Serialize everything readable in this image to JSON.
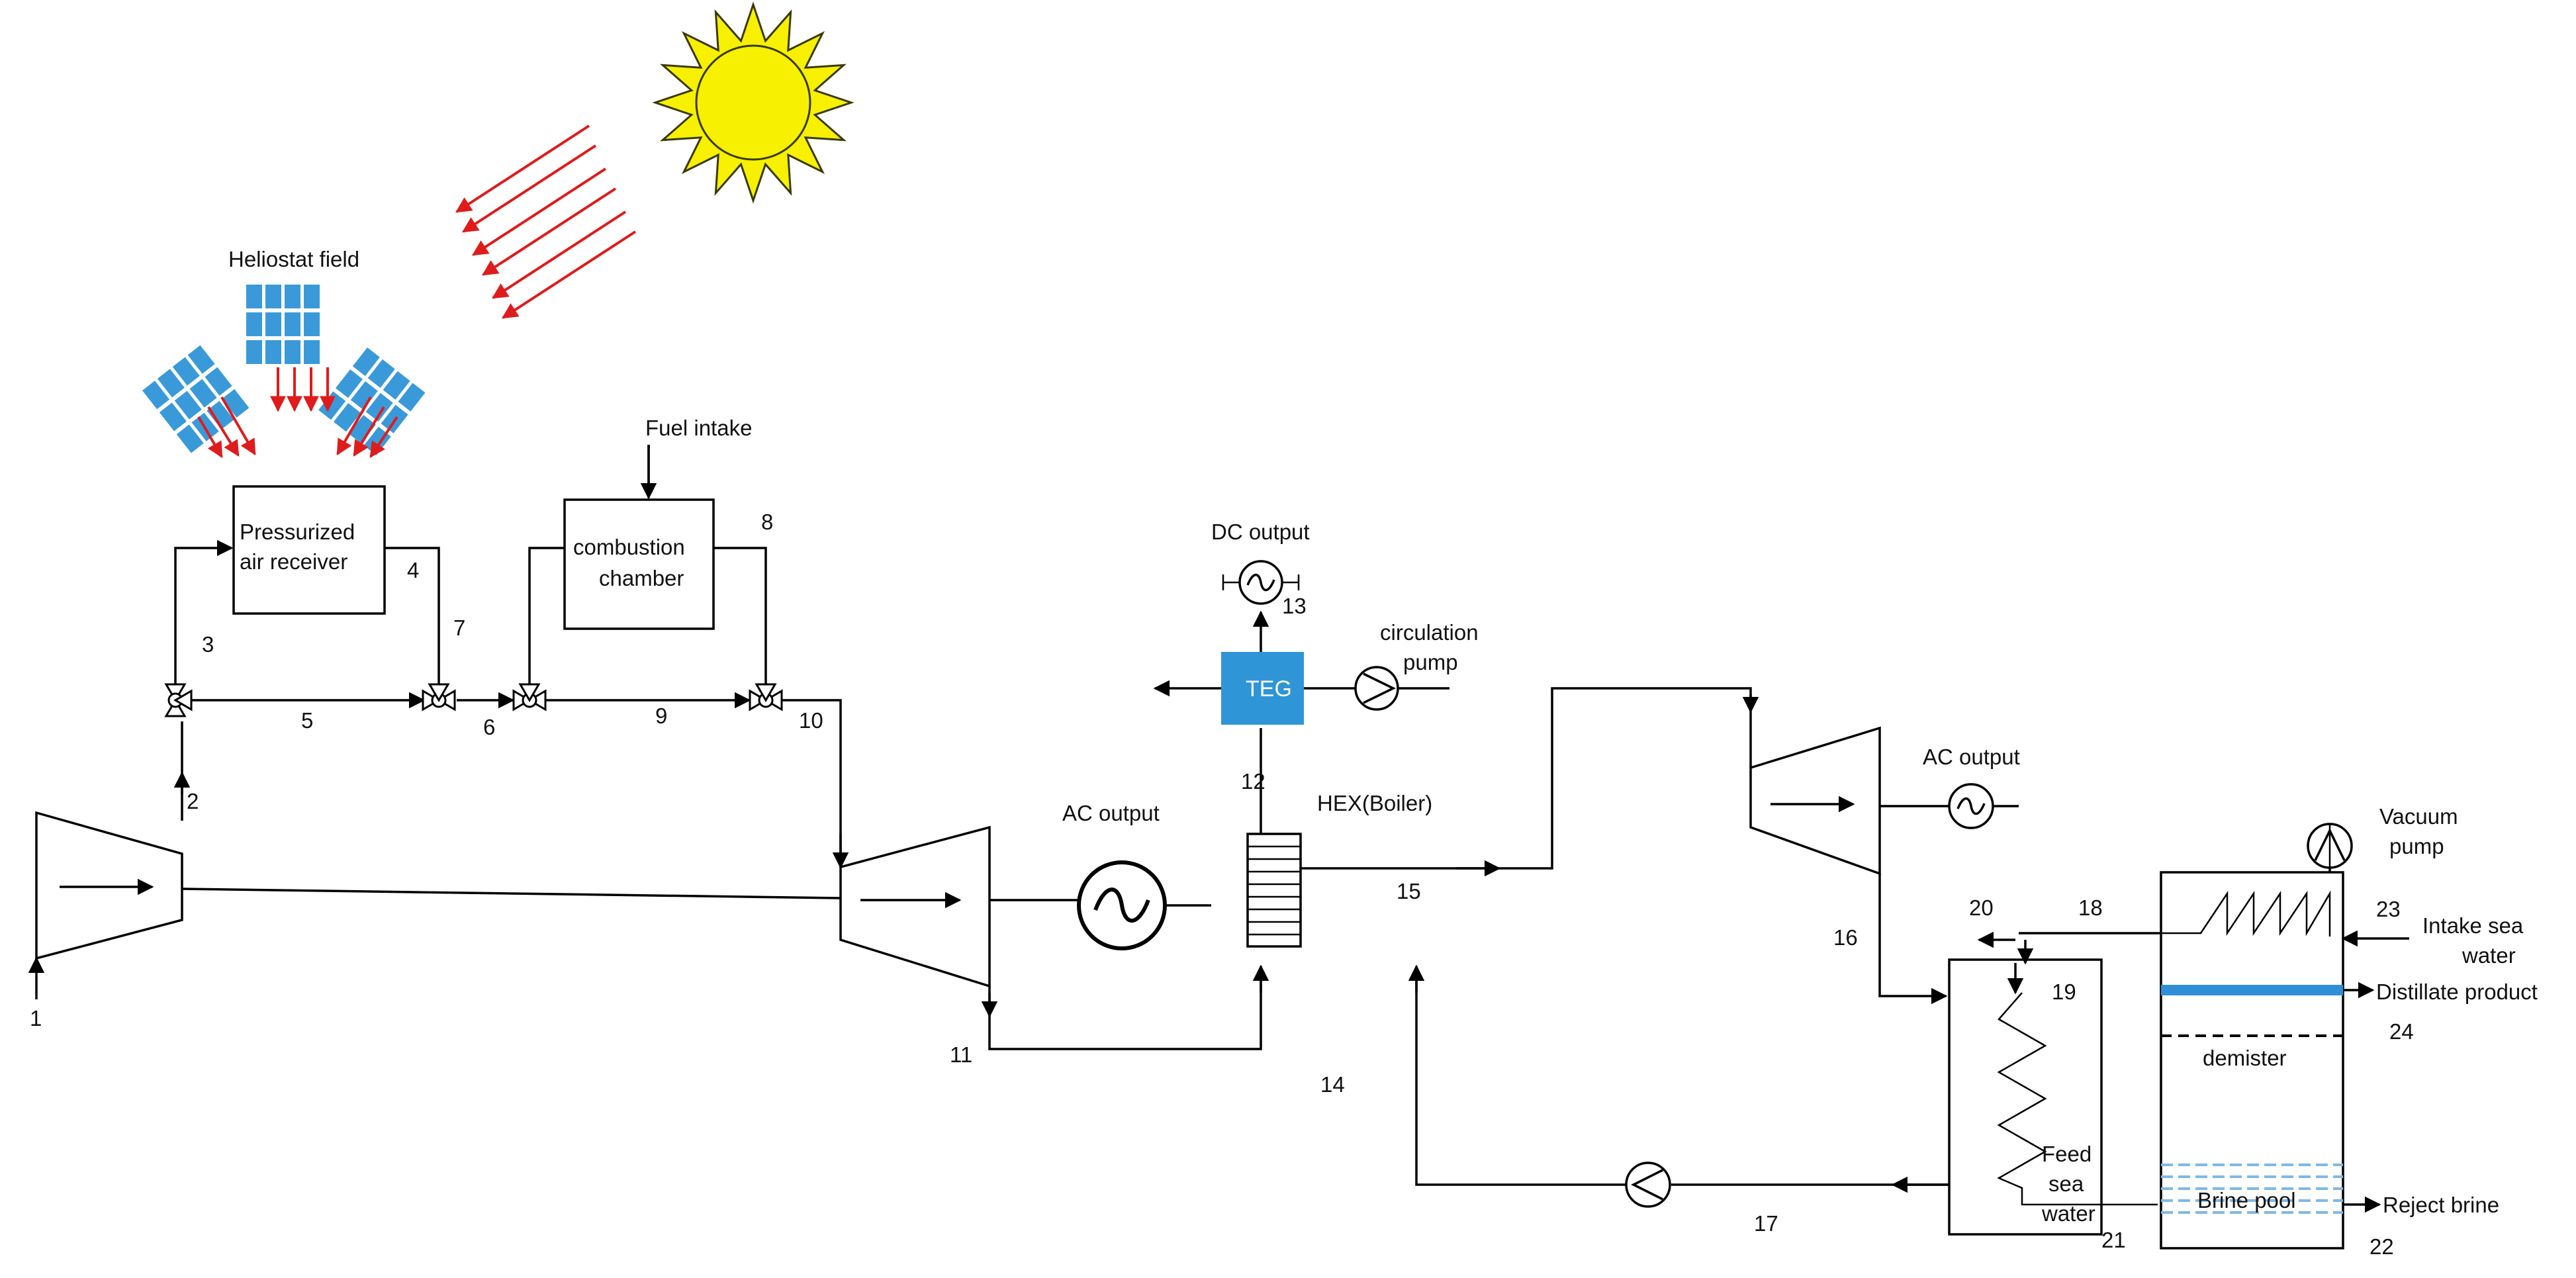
{
  "labels": {
    "heliostat_field": "Heliostat field",
    "receiver_line1": "Pressurized",
    "receiver_line2": "air receiver",
    "fuel_intake": "Fuel intake",
    "combustion_line1": "combustion",
    "combustion_line2": "chamber",
    "dc_output": "DC output",
    "teg": "TEG",
    "circulation_line1": "circulation",
    "circulation_line2": "pump",
    "ac_output_1": "AC output",
    "ac_output_2": "AC output",
    "hex_boiler": "HEX(Boiler)",
    "vacuum_line1": "Vacuum",
    "vacuum_line2": "pump",
    "intake_line1": "Intake sea",
    "intake_line2": "water",
    "distillate_product": "Distillate product",
    "demister": "demister",
    "feed_line1": "Feed",
    "feed_line2": "sea",
    "feed_line3": "water",
    "brine_pool": "Brine pool",
    "reject_brine": "Reject brine"
  },
  "state_points": {
    "p1": "1",
    "p2": "2",
    "p3": "3",
    "p4": "4",
    "p5": "5",
    "p6": "6",
    "p7": "7",
    "p8": "8",
    "p9": "9",
    "p10": "10",
    "p11": "11",
    "p12": "12",
    "p13": "13",
    "p14": "14",
    "p15": "15",
    "p16": "16",
    "p17": "17",
    "p18": "18",
    "p19": "19",
    "p20": "20",
    "p21": "21",
    "p22": "22",
    "p23": "23",
    "p24": "24"
  },
  "colors": {
    "sun_fill": "#f7f000",
    "sun_stroke": "#3a3a00",
    "ray": "#e01b1b",
    "heliostat_panel": "#3a9ad9",
    "teg_fill": "#2e95d6",
    "distillate_bar": "#2e8fd6",
    "brine_water": "#7fb9e6"
  },
  "icons": {
    "sun": "sun-icon",
    "heliostat": "heliostat-panel-icon",
    "generator": "ac-generator-icon",
    "pump": "pump-icon",
    "valve": "three-way-valve-icon",
    "compressor": "compressor-icon",
    "turbine": "turbine-icon"
  }
}
